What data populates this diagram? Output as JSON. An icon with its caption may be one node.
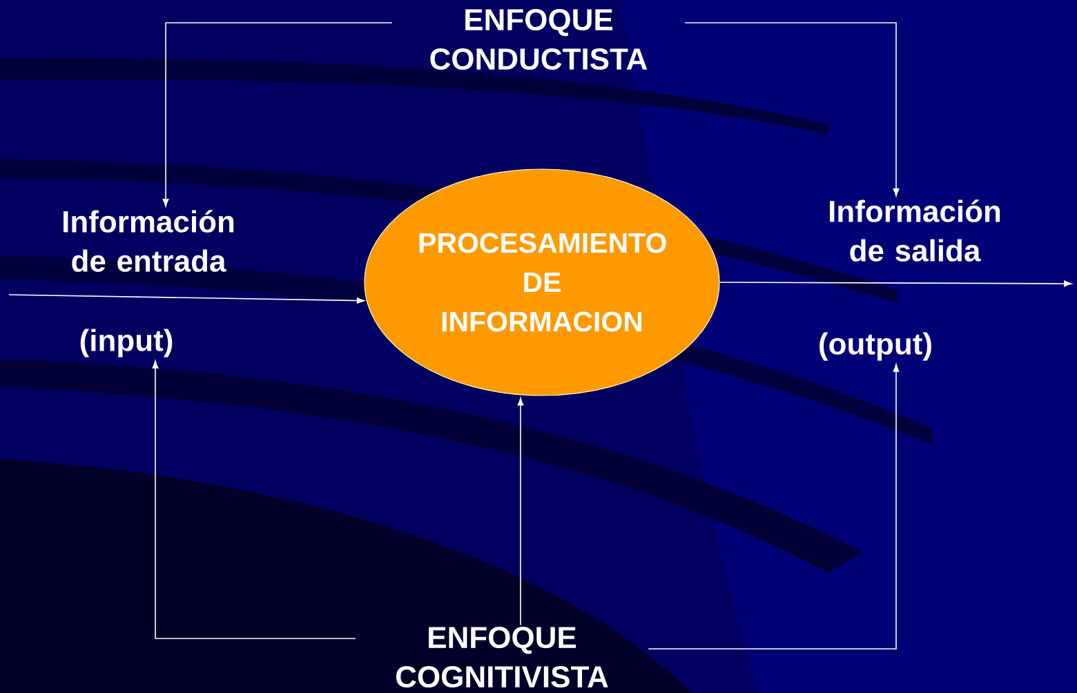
{
  "diagram": {
    "nodes": [
      {
        "text": [
          "ENFOQUE CONDUCTISTA"
        ]
      },
      {
        "text": [
          "Información de entrada"
        ]
      },
      {
        "text": [
          "(input)"
        ]
      },
      {
        "text": [
          "PROCESAMIENTO DE INFORMACION"
        ]
      },
      {
        "text": [
          "Información de salida"
        ]
      },
      {
        "text": [
          "(output)"
        ]
      },
      {
        "text": [
          "ENFOQUE COGNITIVISTA"
        ]
      }
    ],
    "edges": [
      {
        "from": 0,
        "to": 1,
        "arrow": "to"
      },
      {
        "from": 0,
        "to": 4,
        "arrow": "to"
      },
      {
        "from": null,
        "to": 3,
        "arrow": "to"
      },
      {
        "from": 3,
        "to": null,
        "arrow": "to"
      },
      {
        "from": 6,
        "to": 2,
        "arrow": "to"
      },
      {
        "from": 6,
        "to": 3,
        "arrow": "to"
      },
      {
        "from": 6,
        "to": 5,
        "arrow": "to"
      }
    ]
  }
}
